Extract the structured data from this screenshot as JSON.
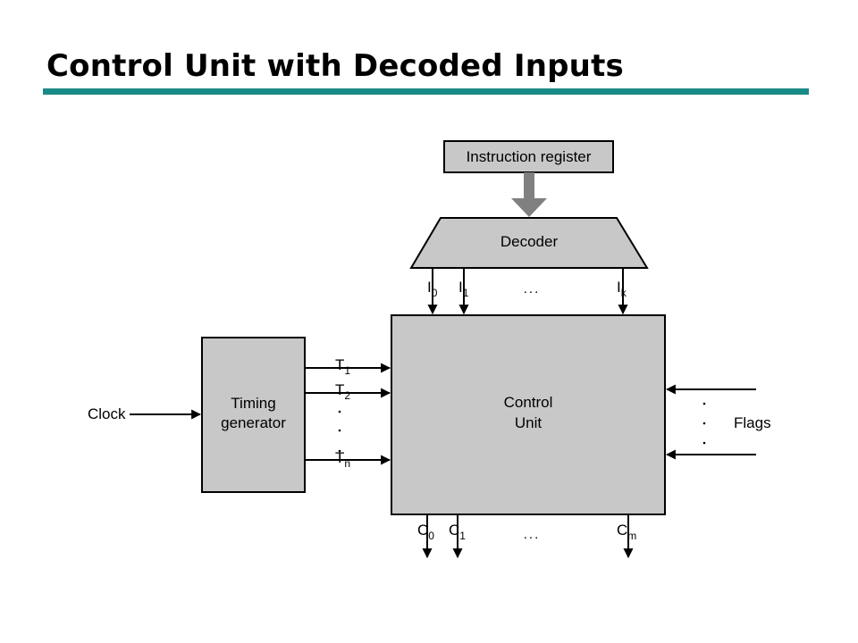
{
  "slide": {
    "title": "Control Unit with Decoded Inputs",
    "rule_color": "#1a8a86"
  },
  "diagram": {
    "box_fill": "#c8c8c8",
    "stroke": "#000000",
    "arrow_fill": "#808080",
    "instruction_register": "Instruction register",
    "decoder": "Decoder",
    "timing_generator": {
      "line1": "Timing",
      "line2": "generator"
    },
    "control_unit": {
      "line1": "Control",
      "line2": "Unit"
    },
    "clock": "Clock",
    "flags": "Flags",
    "decoder_outputs": [
      {
        "base": "I",
        "sub": "0"
      },
      {
        "base": "I",
        "sub": "1"
      },
      {
        "base": "I",
        "sub": "k"
      }
    ],
    "timing_signals": [
      {
        "base": "T",
        "sub": "1"
      },
      {
        "base": "T",
        "sub": "2"
      },
      {
        "base": "T",
        "sub": "n"
      }
    ],
    "control_outputs": [
      {
        "base": "C",
        "sub": "0"
      },
      {
        "base": "C",
        "sub": "1"
      },
      {
        "base": "C",
        "sub": "m"
      }
    ],
    "ellipsis": "..."
  }
}
